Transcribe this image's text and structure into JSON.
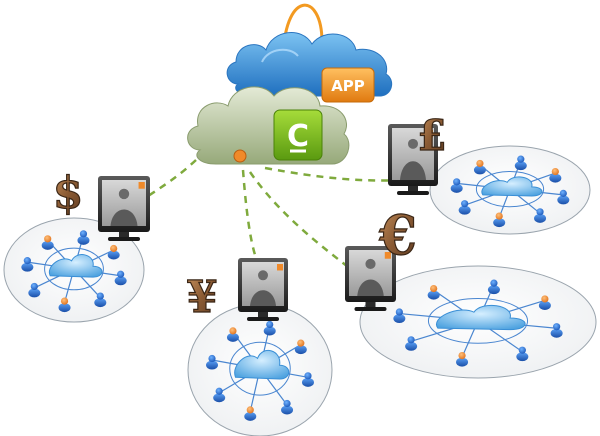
{
  "central": {
    "app_badge": "APP",
    "logo_glyph": "C"
  },
  "clusters": [
    {
      "id": "dollar",
      "currency": "$"
    },
    {
      "id": "yen",
      "currency": "¥"
    },
    {
      "id": "euro",
      "currency": "€"
    },
    {
      "id": "pound",
      "currency": "£"
    }
  ],
  "colors": {
    "blue_cloud": "#3a8fd6",
    "green_cloud": "#a8b98a",
    "logo_green": "#7bbf1e",
    "app_orange": "#f39a21",
    "link_line": "#7faa3d",
    "node_blue": "#1f66c8",
    "node_orange": "#f08a2a",
    "bronze": "#8a5a33"
  }
}
